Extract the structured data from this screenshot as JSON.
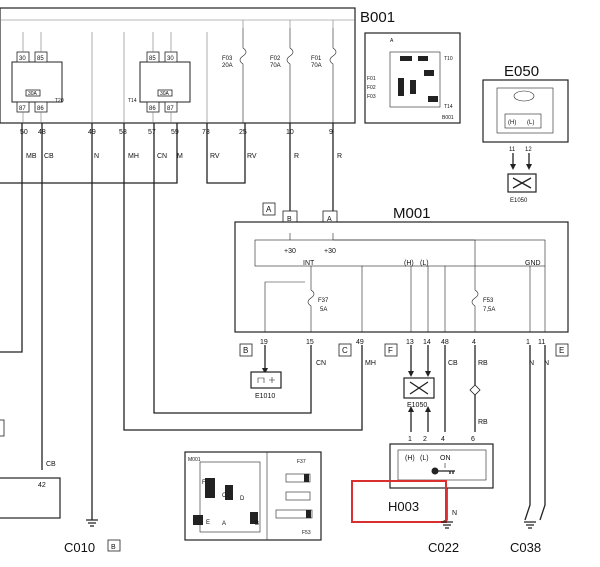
{
  "components": {
    "b001": {
      "label": "B001"
    },
    "e050": {
      "label": "E050",
      "pins": [
        "11",
        "12"
      ],
      "h": "(H)",
      "l": "(L)"
    },
    "e1050": {
      "label": "E1050"
    },
    "m001": {
      "label": "M001"
    },
    "e1050b": {
      "label": "E1050"
    },
    "e1010": {
      "label": "E1010"
    },
    "h003": {
      "label": "H003",
      "pins": [
        "1",
        "2",
        "4",
        "6"
      ],
      "h": "(H)",
      "l": "(L)",
      "on": "ON"
    }
  },
  "relays": {
    "t20": {
      "label": "T20",
      "pins": [
        "30",
        "85",
        "87",
        "86"
      ],
      "rating": "30A"
    },
    "t14": {
      "label": "T14",
      "pins": [
        "85",
        "30",
        "86",
        "87"
      ],
      "rating": "30A"
    }
  },
  "fuses": [
    {
      "name": "F03",
      "rating": "20A"
    },
    {
      "name": "F02",
      "rating": "70A"
    },
    {
      "name": "F01",
      "rating": "70A"
    }
  ],
  "b001_connector_pins": [
    "50",
    "48",
    "49",
    "58",
    "57",
    "59",
    "73",
    "25",
    "10",
    "9"
  ],
  "wire_colors": [
    "MB",
    "CB",
    "N",
    "MH",
    "CN",
    "M",
    "RV",
    "RV",
    "R",
    "R"
  ],
  "m001_block": {
    "connector_a_letters": [
      "B",
      "A"
    ],
    "plus30": [
      "+30",
      "+30"
    ],
    "int": "INT",
    "h": "(H)",
    "l": "(L)",
    "gnd": "GND",
    "fuse_f37": {
      "name": "F37",
      "rating": "5A"
    },
    "fuse_f53": {
      "name": "F53",
      "rating": "7,5A"
    },
    "pins": [
      "19",
      "15",
      "49",
      "13",
      "14",
      "48",
      "4",
      "1",
      "11"
    ],
    "wire_colors": [
      "CN",
      "MH",
      "CB",
      "RB",
      "N",
      "N"
    ]
  },
  "connector_tags": [
    "A",
    "B",
    "C",
    "F",
    "E"
  ],
  "b001_inset": {
    "top": "A",
    "t10": "T10",
    "t14": "T14",
    "label": "B001",
    "fuses": [
      "F01",
      "F02",
      "F03"
    ]
  },
  "m001_inset": {
    "label": "M001",
    "letters": [
      "F",
      "C",
      "E",
      "A",
      "B",
      "D"
    ],
    "f37": "F37",
    "f53": "F53"
  },
  "left_partial": {
    "pin": "42",
    "color": "CB"
  },
  "rb_label": "RB",
  "h003_ground_color": "N",
  "grounds": [
    {
      "name": "C010",
      "tag": "B"
    },
    {
      "name": "C022"
    },
    {
      "name": "C038"
    }
  ]
}
